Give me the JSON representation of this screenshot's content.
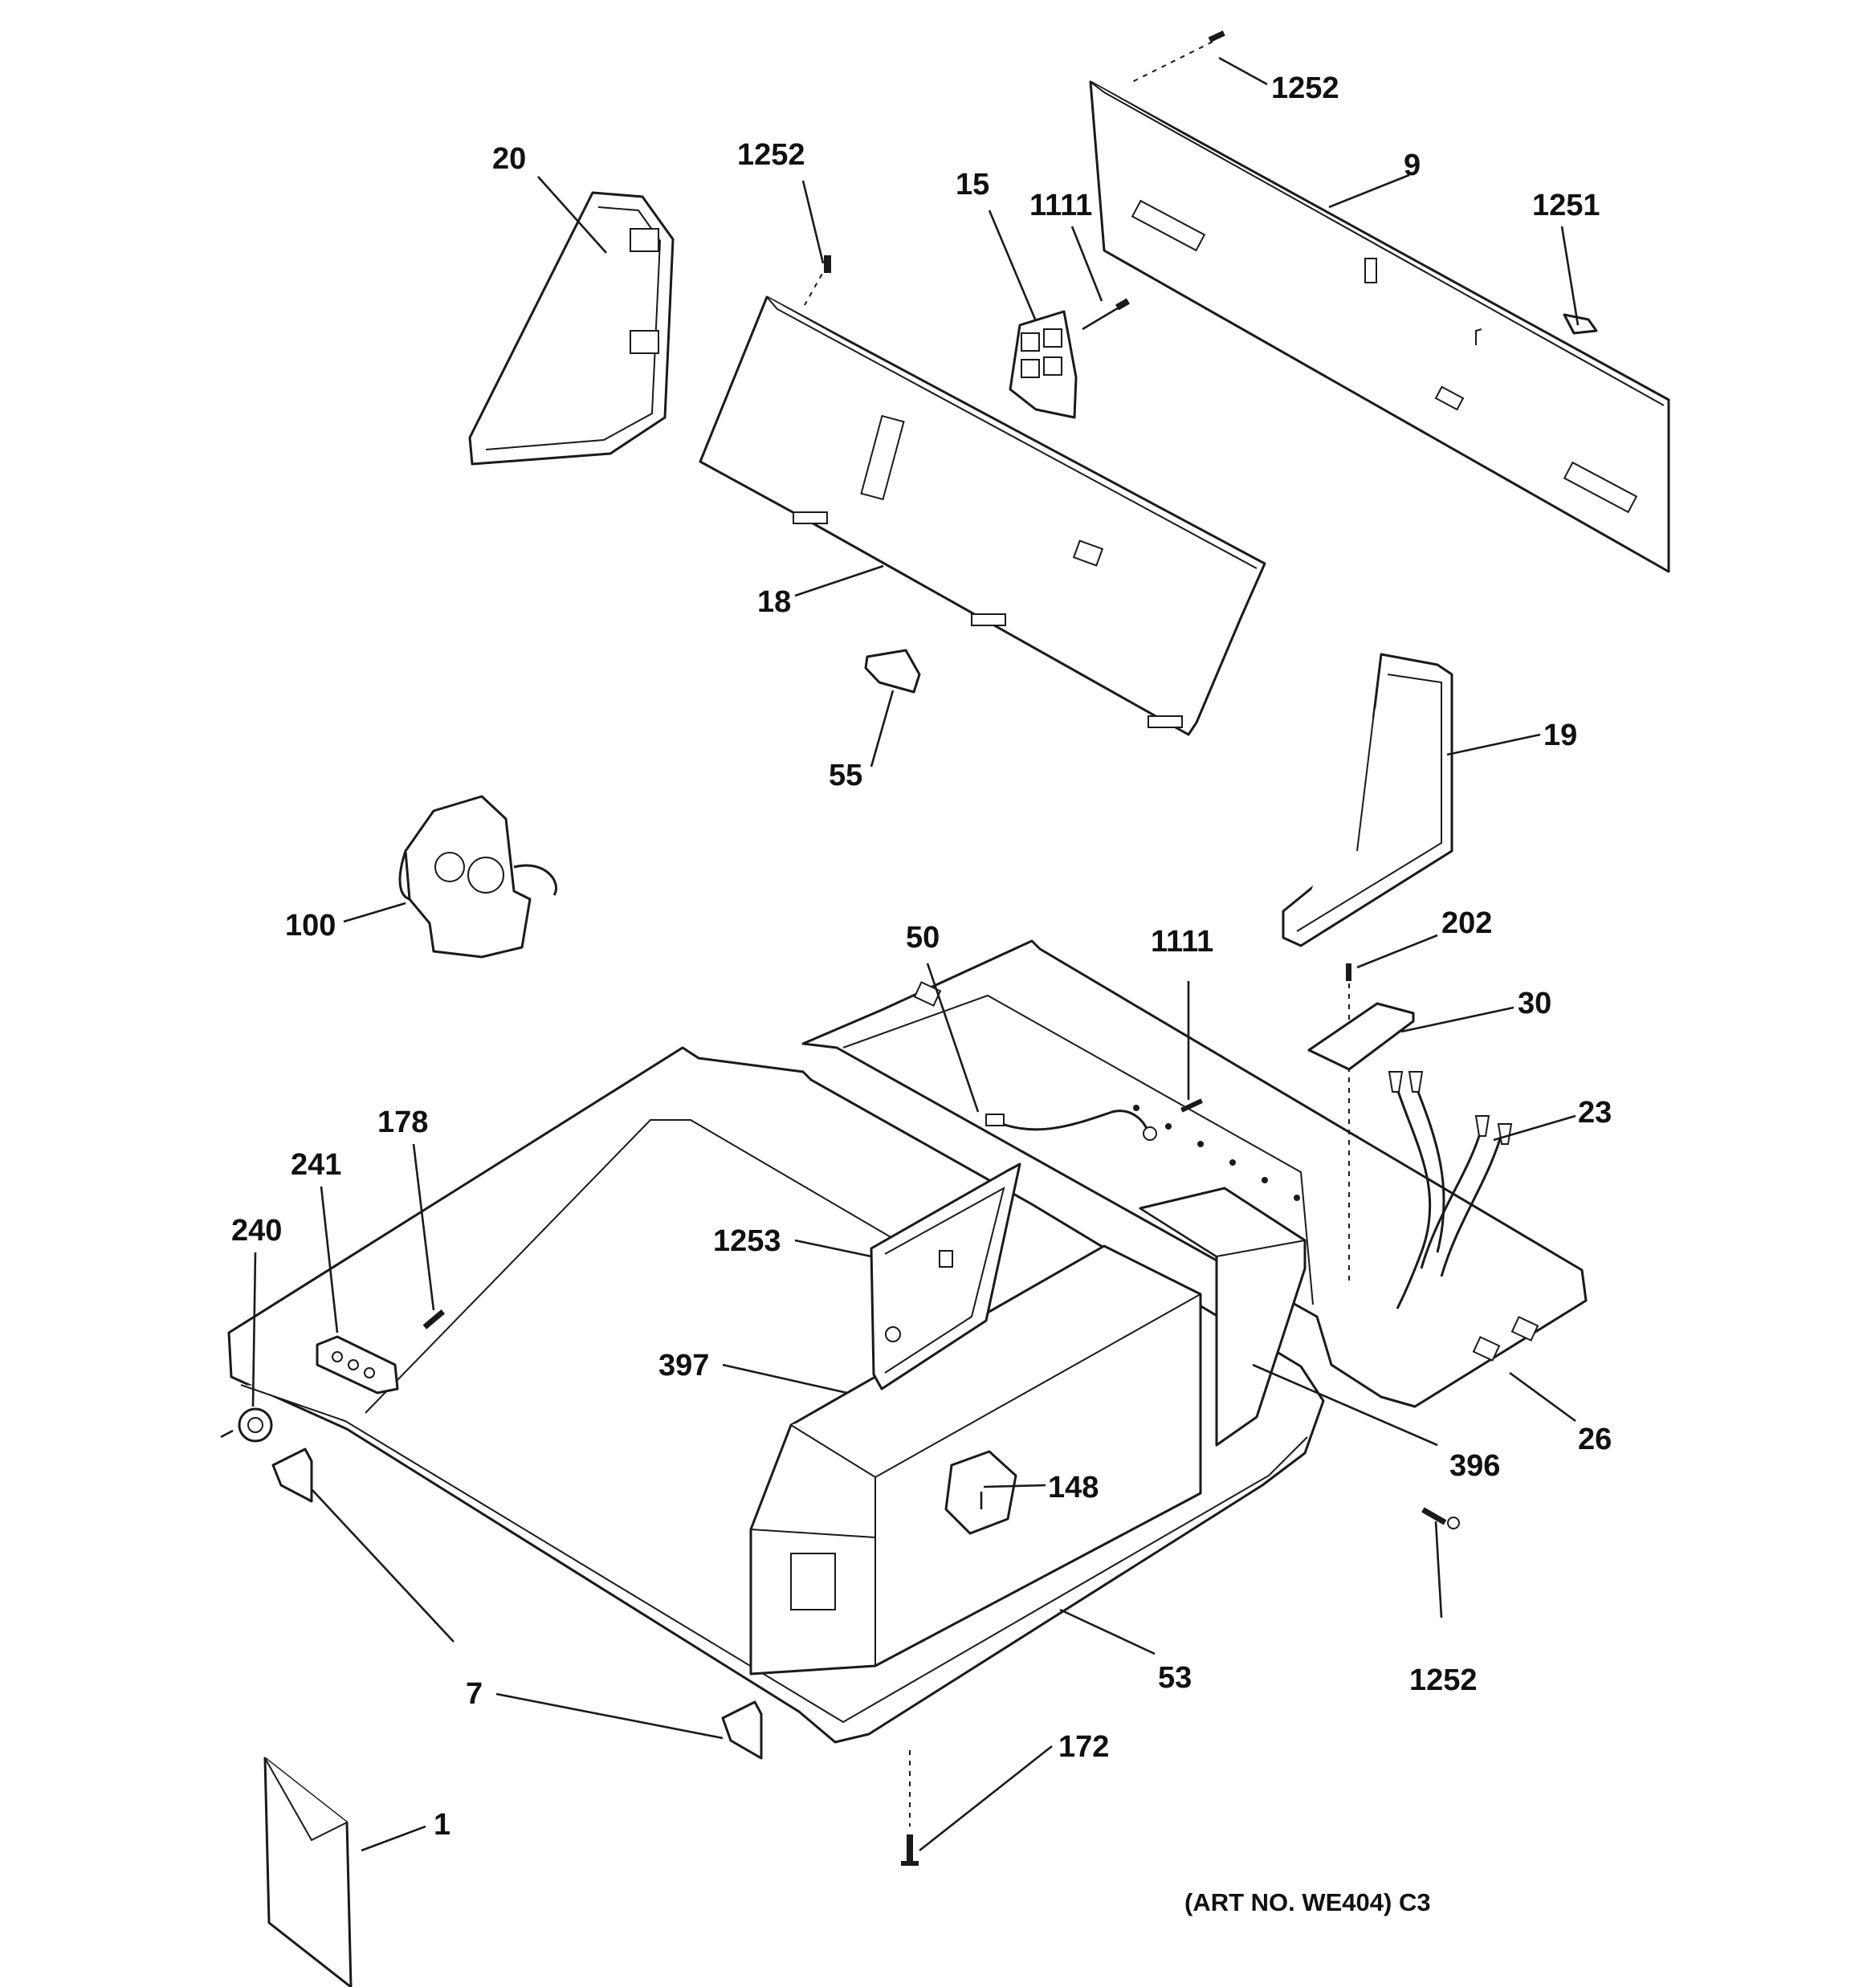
{
  "labels": {
    "p1252_top": "1252",
    "p9": "9",
    "p1251": "1251",
    "p20": "20",
    "p1252_mid": "1252",
    "p15": "15",
    "p1111_top": "1111",
    "p18": "18",
    "p55": "55",
    "p19": "19",
    "p100": "100",
    "p50": "50",
    "p1111_mid": "1111",
    "p202": "202",
    "p30": "30",
    "p23": "23",
    "p178": "178",
    "p241": "241",
    "p240": "240",
    "p1253": "1253",
    "p397": "397",
    "p26": "26",
    "p396": "396",
    "p148": "148",
    "p1252_bottom": "1252",
    "p7": "7",
    "p53": "53",
    "p172": "172",
    "p1": "1"
  },
  "caption": "(ART NO. WE404) C3"
}
